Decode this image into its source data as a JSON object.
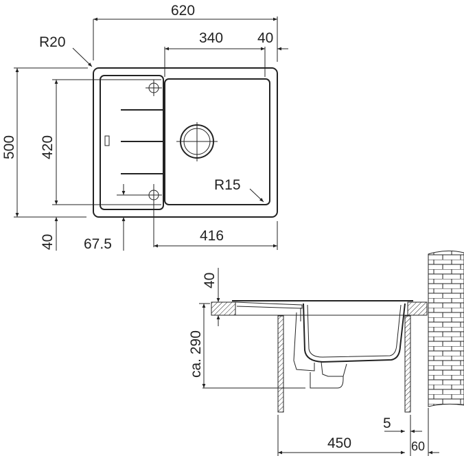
{
  "top_view": {
    "width_total": "620",
    "bowl_width": "340",
    "edge_right": "40",
    "corner_radius_outer": "R20",
    "corner_radius_bowl": "R15",
    "depth_total": "500",
    "depth_inner": "420",
    "edge_front": "40",
    "tap_hole_offset": "67.5",
    "bowl_to_edge": "416"
  },
  "section_view": {
    "countertop_thickness": "40",
    "bowl_depth": "ca. 290",
    "cabinet_width": "450",
    "gap": "5",
    "wall_distance": "60"
  },
  "colors": {
    "line": "#222222",
    "background": "#ffffff"
  }
}
